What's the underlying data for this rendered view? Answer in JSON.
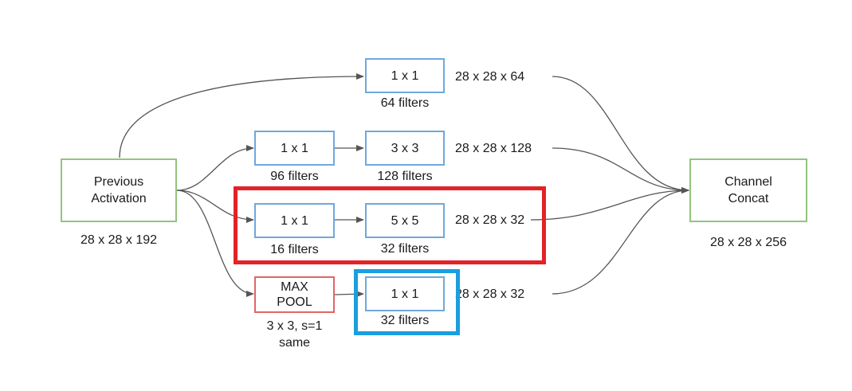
{
  "nodes": {
    "previous": {
      "label": "Previous\nActivation",
      "dims": "28 x 28 x 192"
    },
    "concat": {
      "label": "Channel\nConcat",
      "dims": "28 x 28 x 256"
    },
    "b1_conv1": {
      "label": "1 x 1",
      "filters": "64 filters"
    },
    "b2_conv1": {
      "label": "1 x 1",
      "filters": "96 filters"
    },
    "b2_conv3": {
      "label": "3 x 3",
      "filters": "128 filters"
    },
    "b3_conv1": {
      "label": "1 x 1",
      "filters": "16 filters"
    },
    "b3_conv5": {
      "label": "5 x 5",
      "filters": "32 filters"
    },
    "b4_pool": {
      "label": "MAX\nPOOL",
      "caption": "3 x 3, s=1\nsame"
    },
    "b4_conv1": {
      "label": "1 x 1",
      "filters": "32 filters"
    }
  },
  "outputs": {
    "b1": "28 x 28 x 64",
    "b2": "28 x 28 x 128",
    "b3": "28 x 28 x 32",
    "b4": "28 x 28 x 32"
  },
  "colors": {
    "conv_border": "#6fa8dc",
    "io_border": "#93c47d",
    "pool_border": "#e06666",
    "highlight_red": "#e32227",
    "highlight_blue": "#1a9ee0",
    "edge": "#555555"
  }
}
